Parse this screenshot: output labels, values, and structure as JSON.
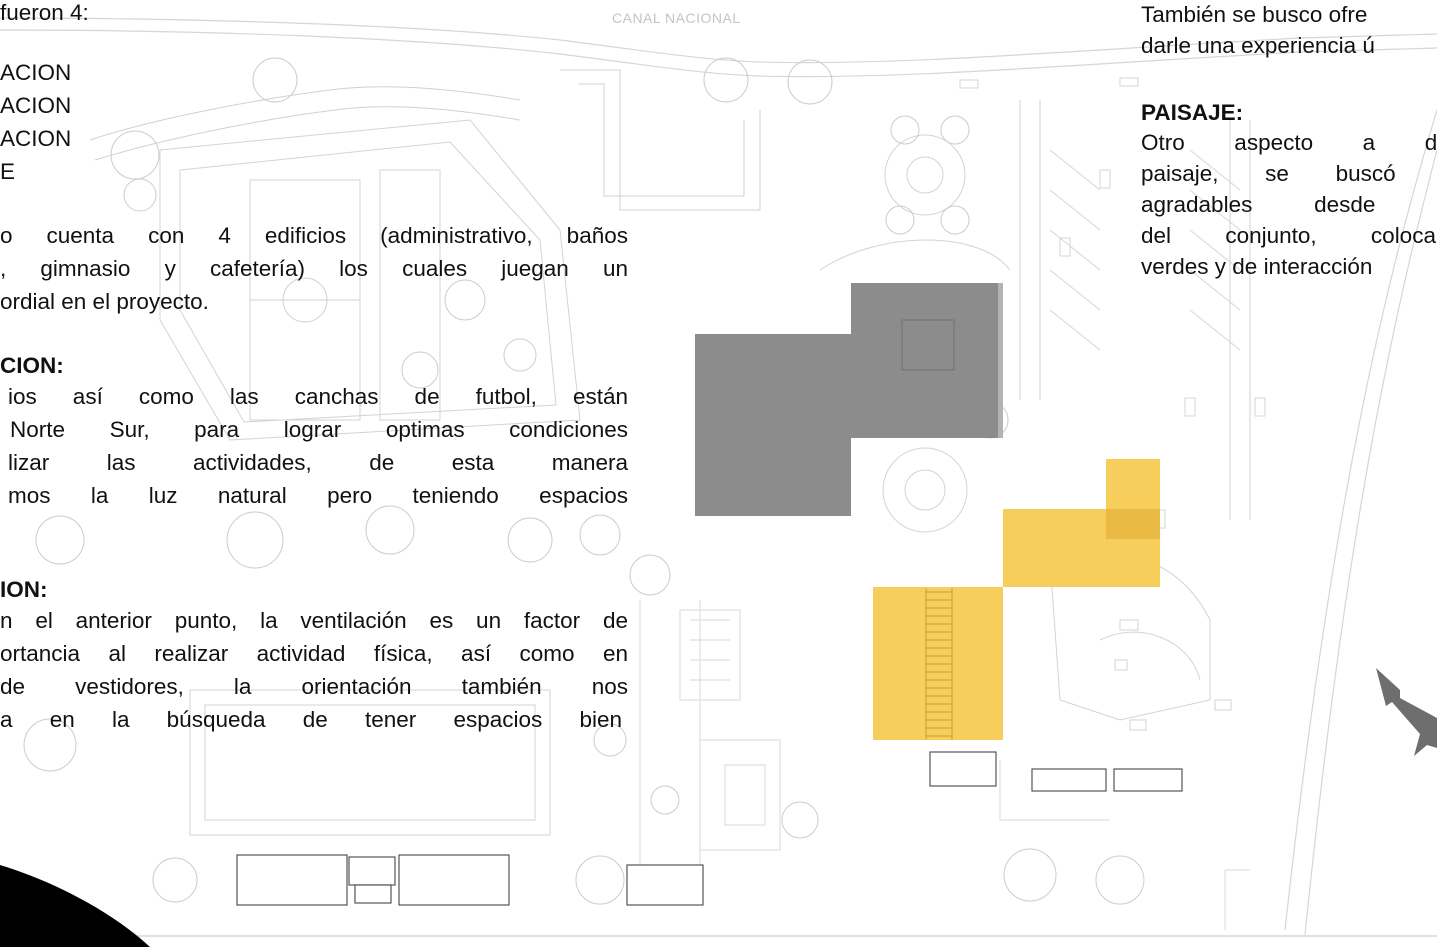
{
  "map_label": "CANAL NACIONAL",
  "left_text": {
    "intro": "fueron 4:",
    "list": [
      "ACION",
      "ACION",
      "ACION",
      "E"
    ],
    "buildings_paragraph": [
      "o cuenta con 4 edificios (administrativo, baños",
      ", gimnasio y cafetería) los cuales juegan un",
      "ordial en el proyecto."
    ],
    "orientation_heading": "CION:",
    "orientation_paragraph": [
      "ios así como las canchas de futbol, están",
      "Norte Sur, para lograr optimas condiciones",
      "lizar las actividades, de esta manera",
      "mos la luz natural pero teniendo espacios"
    ],
    "ventilation_heading": "ION:",
    "ventilation_paragraph": [
      "n el anterior punto, la ventilación es un factor de",
      "ortancia al realizar actividad física, así como en",
      "de vestidores, la orientación también nos",
      "a en la búsqueda de tener espacios bien"
    ]
  },
  "right_text": {
    "top_lines": [
      "También se busco ofre",
      "darle una experiencia ú"
    ],
    "landscape_heading": "PAISAJE:",
    "landscape_paragraph": [
      "Otro aspecto a des",
      "paisaje, se buscó of",
      "agradables desde va",
      "del conjunto, colocand",
      "verdes y de interacción"
    ]
  },
  "colors": {
    "building_gray": "#8c8c8c",
    "building_gray_dark": "#7a7a7a",
    "building_yellow": "#f7ce5b",
    "building_yellow_dark": "#e9bb45",
    "plan_lines": "#d4d4d4",
    "text": "#111111",
    "north_arrow": "#6e6e6e",
    "corner": "#000000"
  },
  "icons": {
    "north_arrow": "north-arrow-icon"
  }
}
